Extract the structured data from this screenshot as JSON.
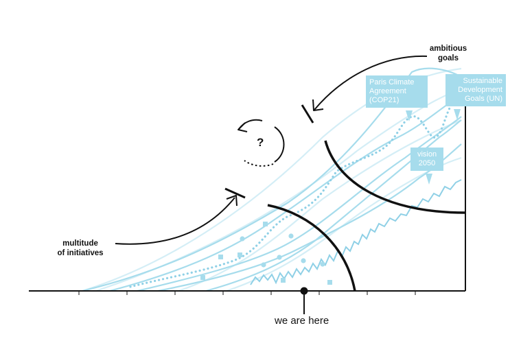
{
  "labels": {
    "ambitious_goals_line1": "ambitious",
    "ambitious_goals_line2": "goals",
    "multitude_line1": "multitude",
    "multitude_line2": "of initiatives",
    "question": "?",
    "we_are_here": "we are here"
  },
  "callouts": {
    "paris_line1": "Paris Climate",
    "paris_line2": "Agreement",
    "paris_line3": "(COP21)",
    "sdg_line1": "Sustainable",
    "sdg_line2": "Development",
    "sdg_line3": "Goals (UN)",
    "vision_line1": "vision",
    "vision_line2": "2050"
  },
  "colors": {
    "axis": "#111111",
    "accent_light": "#a6dcec",
    "accent_mid": "#8fd0e6",
    "accent_faint": "#d4eef6",
    "callout_text": "#ffffff"
  }
}
